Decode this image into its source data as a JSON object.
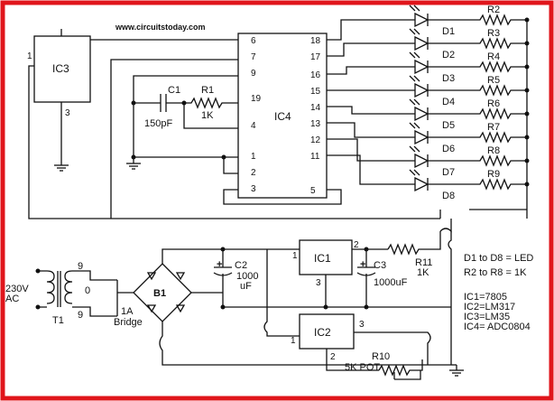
{
  "website": "www.circuitstoday.com",
  "colors": {
    "border": "#e0151b",
    "wire": "#111111",
    "background": "#ffffff"
  },
  "ics": {
    "ic3": {
      "name": "IC3",
      "pins": {
        "p1": "1",
        "p3": "3"
      }
    },
    "ic4": {
      "name": "IC4",
      "left_pins": [
        "6",
        "7",
        "9",
        "19",
        "4",
        "1",
        "2",
        "3"
      ],
      "right_pins": [
        "18",
        "17",
        "16",
        "15",
        "14",
        "13",
        "12",
        "11",
        "5"
      ]
    },
    "ic1": {
      "name": "IC1",
      "pins": {
        "p1": "1",
        "p2": "2",
        "p3": "3"
      }
    },
    "ic2": {
      "name": "IC2",
      "pins": {
        "p1": "1",
        "p2": "2",
        "p3": "3"
      }
    }
  },
  "components": {
    "c1": {
      "name": "C1",
      "value": "150pF"
    },
    "r1": {
      "name": "R1",
      "value": "1K"
    },
    "c2": {
      "name": "C2",
      "value_line1": "1000",
      "value_line2": "uF"
    },
    "c3": {
      "name": "C3",
      "value": "1000uF"
    },
    "r11": {
      "name": "R11",
      "value": "1K"
    },
    "r10": {
      "name": "R10",
      "value": "5K  POT"
    },
    "b1": {
      "name": "B1",
      "label_line1": "1A",
      "label_line2": "Bridge"
    },
    "t1": {
      "name": "T1",
      "input_line1": "230V",
      "input_line2": "AC",
      "pin9a": "9",
      "pin0": "0",
      "pin9b": "9"
    },
    "leds": [
      "D1",
      "D2",
      "D3",
      "D4",
      "D5",
      "D6",
      "D7",
      "D8"
    ],
    "resistors": [
      "R2",
      "R3",
      "R4",
      "R5",
      "R6",
      "R7",
      "R8",
      "R9"
    ],
    "polarity_plus": "+"
  },
  "notes": [
    "D1 to D8 = LED",
    "R2 to R8 =   1K",
    "IC1=7805",
    "IC2=LM317",
    "IC3=LM35",
    "IC4=  ADC0804"
  ]
}
